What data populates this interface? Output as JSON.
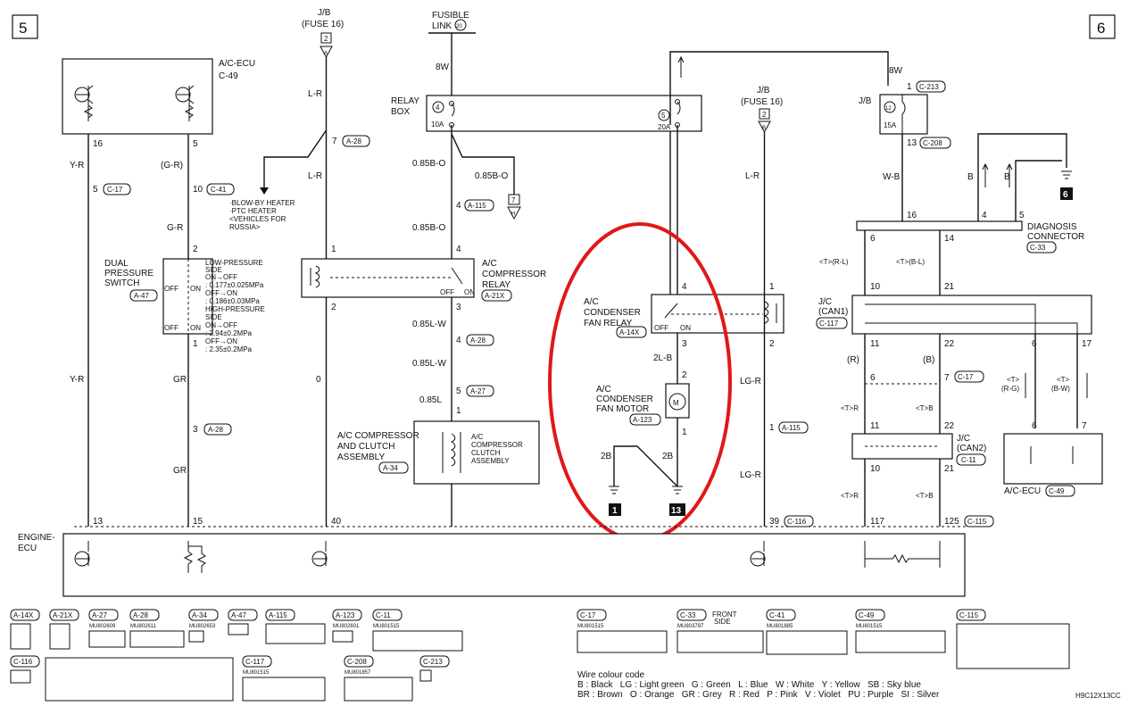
{
  "page": {
    "left_number": "5",
    "right_number": "6",
    "code": "H9C12X13CC"
  },
  "sources": {
    "jb_fuse16_left": {
      "line1": "J/B",
      "line2": "(FUSE",
      "fuse_no": "16",
      "line2_end": ")",
      "pin": "2",
      "conn": "A"
    },
    "fusible_link": {
      "line1": "FUSIBLE",
      "line2": "LINK",
      "no": "20",
      "wire": "8W"
    },
    "jb_fuse16_right": {
      "line1": "J/B",
      "line2": "(FUSE",
      "fuse_no": "16",
      "line2_end": ")",
      "pin": "2",
      "conn": "B"
    },
    "jb_right": {
      "label": "J/B",
      "fuse_no": "12",
      "rating": "15A",
      "wire": "8W",
      "pin_in": "1",
      "conn_in": "C-213",
      "pin_out": "13",
      "conn_out": "C-208",
      "out_wire": "W-B"
    }
  },
  "ac_ecu_top": {
    "title": "A/C-ECU",
    "conn": "C-49",
    "pin_a": "16",
    "pin_b": "5"
  },
  "relay_box": {
    "title_1": "RELAY",
    "title_2": "BOX",
    "fuse_a_no": "4",
    "fuse_a_rating": "10A",
    "fuse_b_no": "5",
    "fuse_b_rating": "20A"
  },
  "left_wires": {
    "yr_top": "Y-R",
    "gr_paren": "(G-R)",
    "pin5": "5",
    "conn_c17": "C-17",
    "pin10": "10",
    "conn_c41": "C-41",
    "gr": "G-R",
    "lr_top": "L-R",
    "pin7": "7",
    "conn_a28": "A-28",
    "lr_mid": "L-R",
    "b0_085": "0.85B-O",
    "b0_085_branch": "0.85B-O",
    "b0_pin7": "7",
    "b0_conn_h": "H",
    "pin4": "4",
    "conn_a115": "A-115",
    "b0_085_lower": "0.85B-O"
  },
  "branch_note": {
    "l1": "·BLOW-BY HEATER",
    "l2": "·PTC HEATER",
    "l3": "<VEHICLES FOR",
    "l4": "RUSSIA>"
  },
  "dual_switch": {
    "title_1": "DUAL",
    "title_2": "PRESSURE",
    "title_3": "SWITCH",
    "conn": "A-47",
    "pin_top": "2",
    "pin_bot": "1",
    "off": "OFF",
    "on": "ON",
    "notes": [
      "LOW-PRESSURE",
      "SIDE",
      "ON→OFF",
      ": 0.177±0.025MPa",
      "OFF→ON",
      ": 0.186±0.03MPa",
      "HIGH-PRESSURE",
      "SIDE",
      "ON→OFF",
      ": 2.94±0.2MPa",
      "OFF→ON",
      ": 2.35±0.2MPa"
    ]
  },
  "compressor_relay": {
    "title_1": "A/C",
    "title_2": "COMPRESSOR",
    "title_3": "RELAY",
    "conn": "A-21X",
    "pin_top_left": "1",
    "pin_top_right": "4",
    "pin_bot_left": "2",
    "pin_bot_right": "3",
    "off": "OFF",
    "on": "ON"
  },
  "compressor_wires": {
    "w1": "0.85L-W",
    "pin4": "4",
    "conn_a28": "A-28",
    "w2": "0.85L-W",
    "pin5": "5",
    "conn_a27": "A-27",
    "w3": "0.85L",
    "pin1": "1"
  },
  "clutch": {
    "title_1": "A/C COMPRESSOR",
    "title_2": "AND CLUTCH",
    "title_3": "ASSEMBLY",
    "conn": "A-34",
    "inner_1": "A/C",
    "inner_2": "COMPRESSOR",
    "inner_3": "CLUTCH",
    "inner_4": "ASSEMBLY"
  },
  "lower_left": {
    "yr": "Y-R",
    "gr": "GR",
    "zero": "0",
    "pin3": "3",
    "conn_a28": "A-28",
    "gr2": "GR"
  },
  "condenser_relay": {
    "title_1": "A/C",
    "title_2": "CONDENSER",
    "title_3": "FAN RELAY",
    "conn": "A-14X",
    "pin_top_left": "4",
    "pin_top_right": "1",
    "pin_bot_left": "3",
    "pin_bot_right": "2",
    "off": "OFF",
    "on": "ON"
  },
  "condenser_motor": {
    "title_1": "A/C",
    "title_2": "CONDENSER",
    "title_3": "FAN MOTOR",
    "conn": "A-123",
    "wire": "2L-B",
    "pin_top": "2",
    "pin_bot": "1",
    "wire_left": "2B",
    "wire_right": "2B",
    "ground_a": "1",
    "ground_b": "13"
  },
  "lg_wires": {
    "lr": "L-R",
    "lgr1": "LG-R",
    "pin1": "1",
    "conn_a115": "A-115",
    "lgr2": "LG-R",
    "pin39": "39",
    "conn_c116": "C-116"
  },
  "diag": {
    "title_1": "DIAGNOSIS",
    "title_2": "CONNECTOR",
    "conn": "C-33",
    "pin16": "16",
    "pin4": "4",
    "pin5": "5",
    "pin6": "6",
    "pin14": "14",
    "wire_b1": "B",
    "wire_b2": "B",
    "ground": "6",
    "can1_label_a": "<T>(R-L)",
    "can1_label_b": "<T>(B-L)"
  },
  "jc_can1": {
    "title_1": "J/C",
    "title_2": "(CAN1)",
    "conn": "C-117",
    "pin10": "10",
    "pin21": "21",
    "pin11": "11",
    "pin22": "22",
    "pin6": "6",
    "pin17": "17",
    "r": "(R)",
    "b": "(B)",
    "t_rg": "<T>",
    "rg": "(R-G)",
    "t_bw": "<T>",
    "bw": "(B-W)",
    "pin6b": "6",
    "pin7b": "7",
    "conn_c17": "C-17"
  },
  "jc_can2": {
    "title_1": "J/C",
    "title_2": "(CAN2)",
    "conn": "C-11",
    "tr1": "<T>R",
    "tb1": "<T>B",
    "pin11": "11",
    "pin22": "22",
    "pin10": "10",
    "pin21": "21",
    "tr2": "<T>R",
    "tb2": "<T>B",
    "pin117": "117",
    "pin125": "125",
    "conn_c115": "C-115"
  },
  "ac_ecu_bottom": {
    "title": "A/C-ECU",
    "conn": "C-49",
    "pin6": "6",
    "pin7": "7"
  },
  "engine_ecu": {
    "title_1": "ENGINE-",
    "title_2": "ECU",
    "pin13": "13",
    "pin15": "15",
    "pin40": "40"
  },
  "connectors_left": [
    {
      "id": "A-14X",
      "part": ""
    },
    {
      "id": "A-21X",
      "part": ""
    },
    {
      "id": "A-27",
      "part": "MU802609"
    },
    {
      "id": "A-28",
      "part": "MU802611"
    },
    {
      "id": "A-34",
      "part": "MU802653"
    },
    {
      "id": "A-47",
      "part": ""
    },
    {
      "id": "A-115",
      "part": ""
    },
    {
      "id": "A-123",
      "part": "MU802601"
    },
    {
      "id": "C-11",
      "part": "MU801515"
    },
    {
      "id": "C-116",
      "part": ""
    },
    {
      "id": "C-117",
      "part": "MU801515"
    },
    {
      "id": "C-208",
      "part": "MU801857"
    },
    {
      "id": "C-213",
      "part": ""
    }
  ],
  "connectors_right": [
    {
      "id": "C-17",
      "part": "MU801515"
    },
    {
      "id": "C-33",
      "part": "MU803797"
    },
    {
      "id": "C-41",
      "part": "MU801885"
    },
    {
      "id": "C-49",
      "part": "MU801515"
    },
    {
      "id": "C-115",
      "part": ""
    }
  ],
  "front_side": {
    "l1": "FRONT",
    "l2": "SIDE"
  },
  "color_code": {
    "title": "Wire colour code",
    "row1": "B : Black   LG : Light green   G : Green   L : Blue   W : White   Y : Yellow   SB : Sky blue",
    "row2": "BR : Brown   O : Orange   GR : Grey   R : Red   P : Pink   V : Violet   PU : Purple   SI : Silver"
  },
  "highlight_color": "#e01818"
}
